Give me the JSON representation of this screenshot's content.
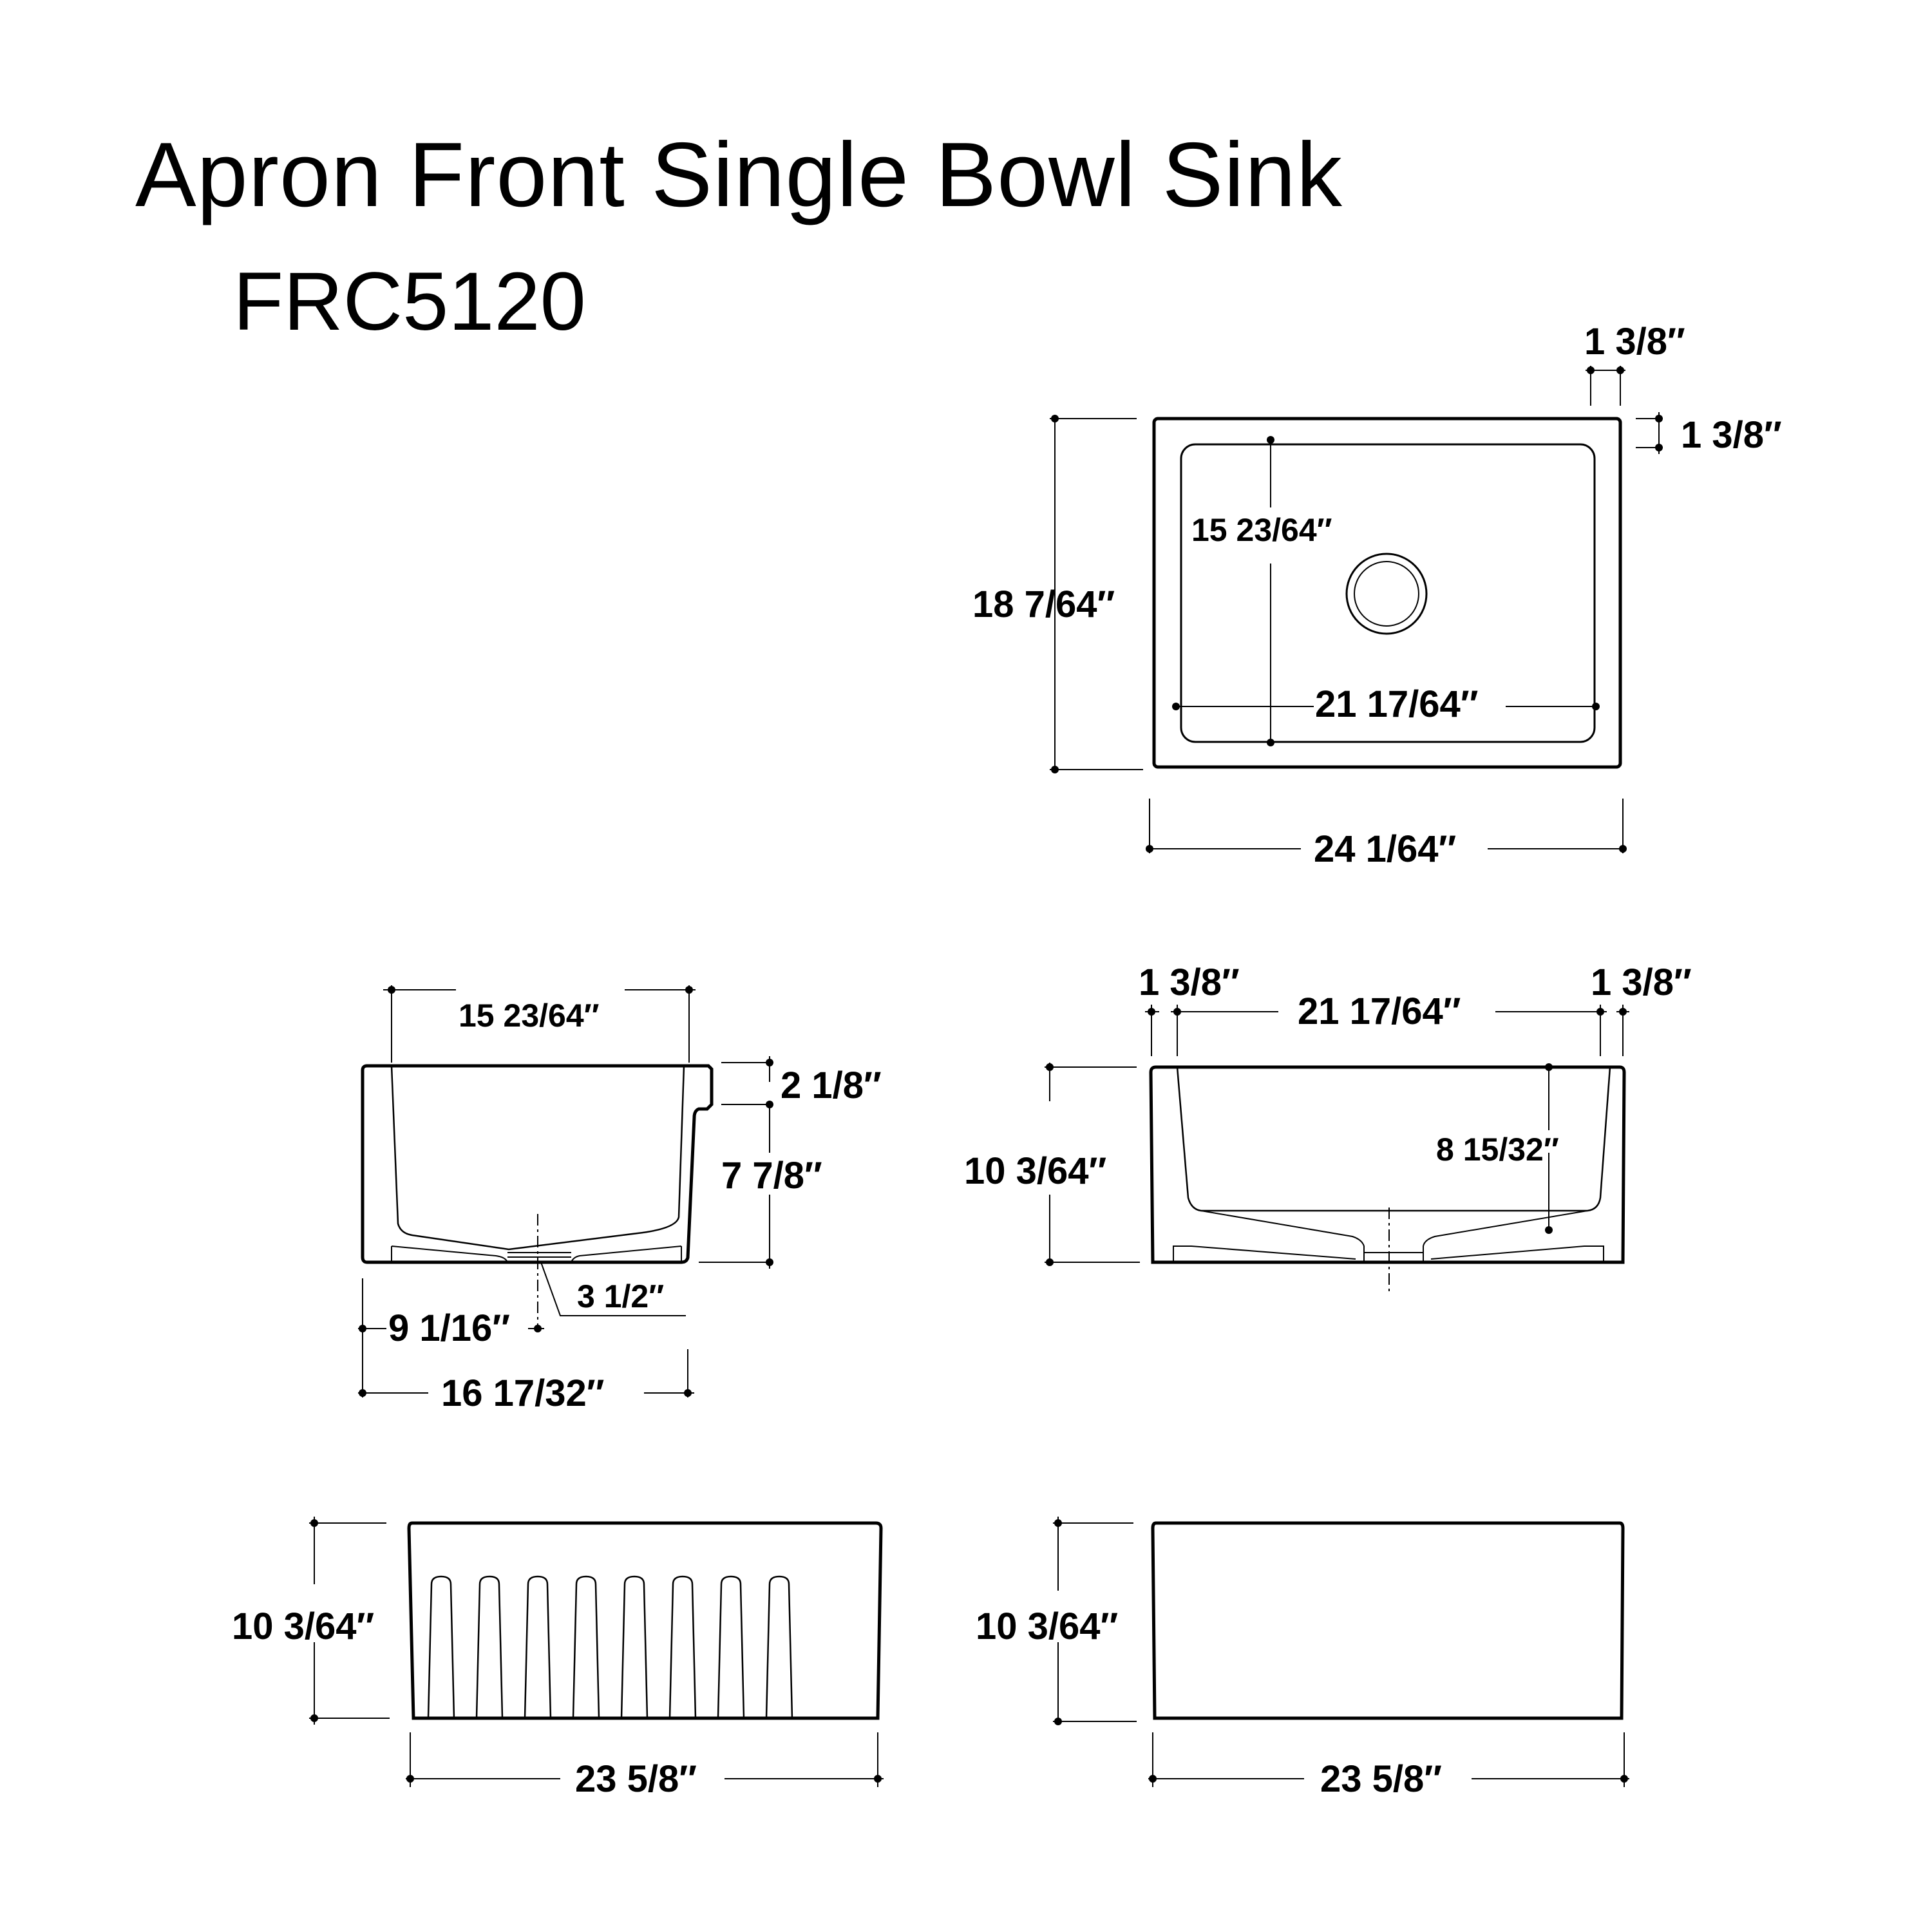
{
  "header": {
    "title": "Apron Front Single Bowl Sink",
    "model": "FRC5120"
  },
  "top_view": {
    "overall_depth": "18 7/64″",
    "overall_width": "24 1/64″",
    "bowl_depth": "15 23/64″",
    "bowl_width": "21 17/64″",
    "rim_right": "1 3/8″",
    "rim_top": "1 3/8″"
  },
  "side_section": {
    "bowl_depth_top": "15 23/64″",
    "apron_lip": "2 1/8″",
    "bowl_height": "7 7/8″",
    "drain_dia": "3 1/2″",
    "drain_offset": "9 1/16″",
    "overall_depth": "16 17/32″"
  },
  "front_section": {
    "rim_left": "1 3/8″",
    "bowl_width": "21 17/64″",
    "rim_right": "1 3/8″",
    "overall_height": "10 3/64″",
    "bowl_height": "8 15/32″"
  },
  "fluted_front": {
    "height": "10 3/64″",
    "width": "23 5/8″",
    "flute_count": 8
  },
  "flat_back": {
    "height": "10 3/64″",
    "width": "23 5/8″"
  }
}
